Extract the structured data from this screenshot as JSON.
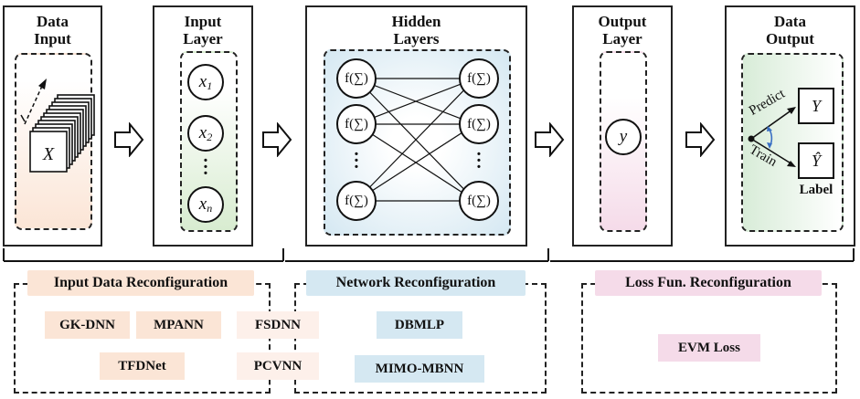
{
  "panels": {
    "data_input": {
      "title1": "Data",
      "title2": "Input",
      "symbol": "X"
    },
    "input_layer": {
      "title1": "Input",
      "title2": "Layer",
      "x": "x",
      "sub1": "1",
      "sub2": "2",
      "subn": "n"
    },
    "hidden_layers": {
      "title1": "Hidden",
      "title2": "Layers",
      "node": "f(∑)"
    },
    "output_layer": {
      "title1": "Output",
      "title2": "Layer",
      "node": "y"
    },
    "data_output": {
      "title1": "Data",
      "title2": "Output",
      "y": "Y",
      "yhat": "Ŷ",
      "predict": "Predict",
      "train": "Train",
      "label": "Label"
    }
  },
  "categories": {
    "input": "Input Data Reconfiguration",
    "network": "Network Reconfiguration",
    "loss": "Loss Fun. Reconfiguration"
  },
  "tags": {
    "gkdnn": "GK-DNN",
    "mpann": "MPANN",
    "fsdnn": "FSDNN",
    "tfdnet": "TFDNet",
    "pcvnn": "PCVNN",
    "dbmlp": "DBMLP",
    "mimo": "MIMO-MBNN",
    "evm": "EVM Loss"
  },
  "colors": {
    "peach": "#fbe5d6",
    "blue": "#d5e8f2",
    "pink": "#f5dbe9",
    "green": "#d8ecd0"
  }
}
